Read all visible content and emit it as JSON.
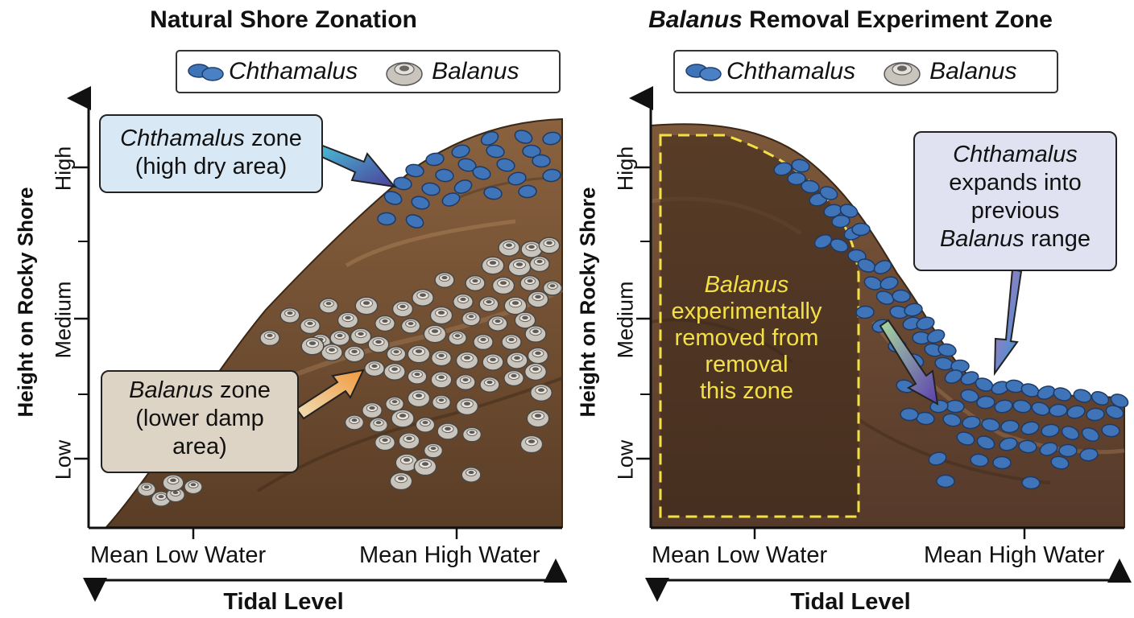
{
  "left_panel": {
    "title": "Natural Shore Zonation",
    "legend": {
      "chthamalus": "Chthamalus",
      "balanus": "Balanus"
    },
    "y_axis": {
      "label": "Height on Rocky Shore",
      "ticks": [
        "High",
        "Medium",
        "Low"
      ]
    },
    "x_axis": {
      "label": "Tidal Level",
      "ticks": [
        "Mean Low Water",
        "Mean High Water"
      ]
    },
    "callout_top": {
      "species": "Chthamalus",
      "line1_rest": " zone",
      "line2": "(high dry area)"
    },
    "callout_bottom": {
      "species": "Balanus",
      "line1_rest": " zone",
      "line2": "(lower damp",
      "line3": "area)"
    }
  },
  "right_panel": {
    "title_species": "Balanus",
    "title_rest": " Removal Experiment Zone",
    "legend": {
      "chthamalus": "Chthamalus",
      "balanus": "Balanus"
    },
    "y_axis": {
      "label": "Height on Rocky Shore",
      "ticks": [
        "High",
        "Medium",
        "Low"
      ]
    },
    "x_axis": {
      "label": "Tidal Level",
      "ticks": [
        "Mean Low Water",
        "Mean High Water"
      ]
    },
    "removal_note": {
      "species": "Balanus",
      "line2": "experimentally",
      "line3": "removed from",
      "line4": "removal",
      "line5": "this zone"
    },
    "callout": {
      "line1": "Chthamalus",
      "line2": "expands into",
      "line3": "previous",
      "line4_species": "Balanus",
      "line4_rest": " range"
    }
  },
  "colors": {
    "chthamalus": "#3f74b8",
    "balanus": "#c9c5bd",
    "rock": "#7a5636",
    "rock_dark": "#4a3220",
    "removal_zone_outline": "#f3e046",
    "callout_blue": "#d9e8f5",
    "callout_tan": "#ddd4c5",
    "callout_lavender": "#e0e2f2"
  }
}
